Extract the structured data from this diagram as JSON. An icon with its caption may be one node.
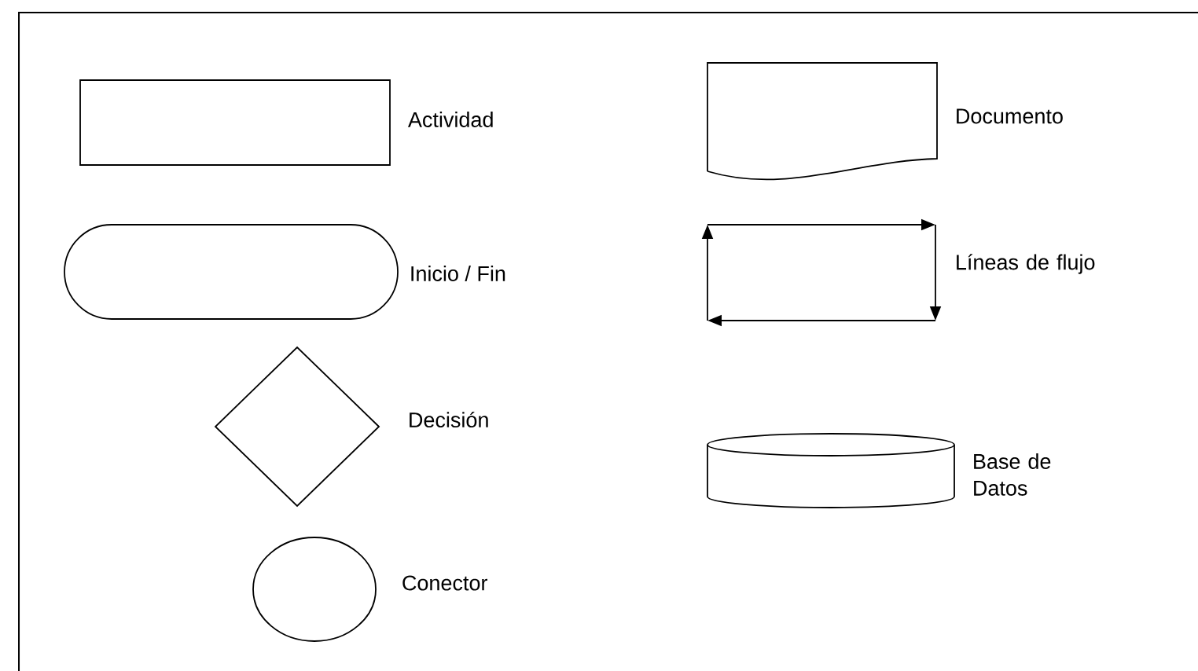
{
  "diagram": {
    "nodes": [
      {
        "text": [],
        "shape": "box",
        "beside": [
          "Actividad"
        ]
      },
      {
        "text": [],
        "shape": "document",
        "beside": [
          "Documento"
        ]
      },
      {
        "text": [],
        "shape": "stadium",
        "beside": [
          "Inicio / Fin"
        ]
      },
      {
        "text": [],
        "shape": "arrows",
        "beside": [
          "Líneas de flujo"
        ]
      },
      {
        "text": [],
        "shape": "diamond",
        "beside": [
          "Decisión"
        ]
      },
      {
        "text": [],
        "shape": "cylinder",
        "beside": [
          "Base de Datos"
        ]
      },
      {
        "text": [],
        "shape": "circle",
        "beside": [
          "Conector"
        ]
      }
    ]
  }
}
